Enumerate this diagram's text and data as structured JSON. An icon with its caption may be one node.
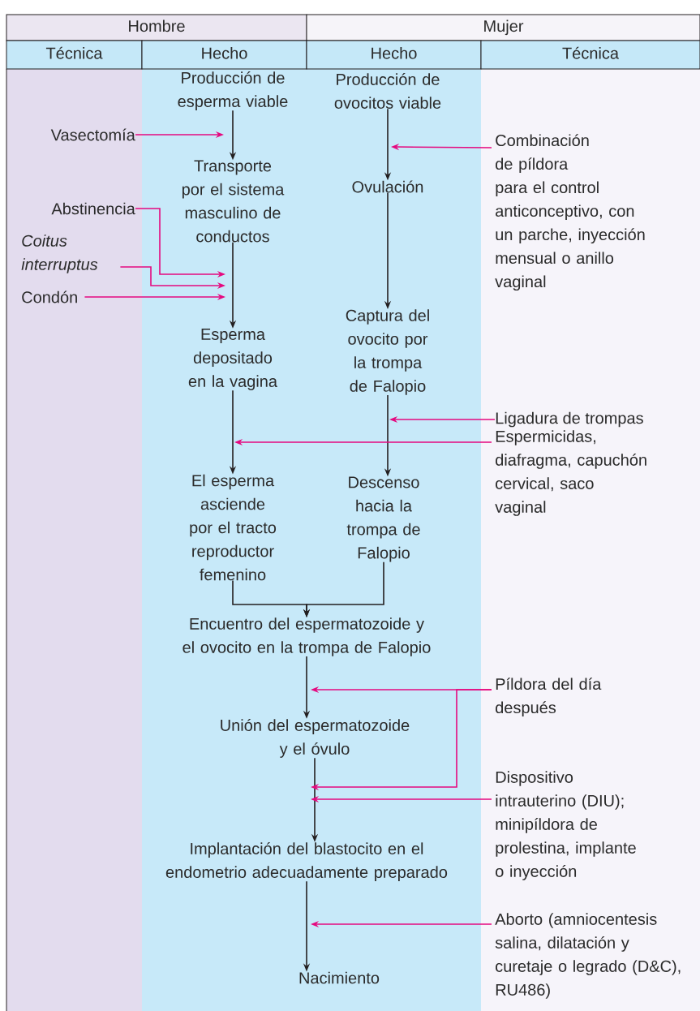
{
  "diagram": {
    "nodes": [
      {
        "text": [
          "Producción de esperma viable"
        ]
      },
      {
        "text": [
          "Producción de ovocitos viable"
        ]
      },
      {
        "text": [
          "Transporte por el sistema masculino de conductos"
        ]
      },
      {
        "text": [
          "Ovulación"
        ]
      },
      {
        "text": [
          "Esperma depositado en la vagina"
        ]
      },
      {
        "text": [
          "Captura del ovocito por la trompa de Falopio"
        ]
      },
      {
        "text": [
          "El esperma asciende por el tracto reproductor femenino"
        ]
      },
      {
        "text": [
          "Descenso hacia la trompa de Falopio"
        ]
      },
      {
        "text": [
          "Encuentro del espermatozoide y el ovocito en la trompa de Falopio"
        ]
      },
      {
        "text": [
          "Unión del espermatozoide y el óvulo"
        ]
      },
      {
        "text": [
          "Implantación del blastocito en el endometrio adecuadamente preparado"
        ]
      },
      {
        "text": [
          "Nacimiento"
        ]
      },
      {
        "text": [
          "Vasectomía"
        ]
      },
      {
        "text": [
          "Abstinencia"
        ]
      },
      {
        "text": [
          "Coitus interruptus"
        ]
      },
      {
        "text": [
          "Condón"
        ]
      },
      {
        "text": [
          "Combinación de píldora para el control anticonceptivo, con un parche, inyección mensual o anillo vaginal"
        ]
      },
      {
        "text": [
          "Ligadura de trompas"
        ]
      },
      {
        "text": [
          "Espermicidas, diafragma, capuchón cervical, saco vaginal"
        ]
      },
      {
        "text": [
          "Píldora del día después"
        ]
      },
      {
        "text": [
          "Dispositivo intrauterino (DIU); minipíldora de prolestina, implante o inyección"
        ]
      },
      {
        "text": [
          "Aborto (amniocentesis salina, dilatación y curetaje o legrado (D&C), RU486)"
        ]
      }
    ],
    "edges": [
      {
        "from": 0,
        "to": 2,
        "arrow": "to"
      },
      {
        "from": 1,
        "to": 3,
        "arrow": "to"
      },
      {
        "from": 2,
        "to": 4,
        "arrow": "to"
      },
      {
        "from": 3,
        "to": 5,
        "arrow": "to"
      },
      {
        "from": 4,
        "to": 6,
        "arrow": "to"
      },
      {
        "from": 5,
        "to": 7,
        "arrow": "to"
      },
      {
        "from": 6,
        "to": 8,
        "arrow": "to"
      },
      {
        "from": 7,
        "to": 8,
        "arrow": "to"
      },
      {
        "from": 8,
        "to": 9,
        "arrow": "to"
      },
      {
        "from": 9,
        "to": 10,
        "arrow": "to"
      },
      {
        "from": 10,
        "to": 11,
        "arrow": "to"
      },
      {
        "from": 12,
        "to": null,
        "arrow": "to",
        "color": "#e5097f"
      },
      {
        "from": 13,
        "to": null,
        "arrow": "to",
        "color": "#e5097f"
      },
      {
        "from": 14,
        "to": null,
        "arrow": "to",
        "color": "#e5097f"
      },
      {
        "from": 15,
        "to": null,
        "arrow": "to",
        "color": "#e5097f"
      },
      {
        "from": 16,
        "to": null,
        "arrow": "to",
        "color": "#e5097f"
      },
      {
        "from": 17,
        "to": null,
        "arrow": "to",
        "color": "#e5097f"
      },
      {
        "from": 18,
        "to": null,
        "arrow": "to",
        "color": "#e5097f"
      },
      {
        "from": 19,
        "to": null,
        "arrow": "to",
        "color": "#e5097f"
      },
      {
        "from": 19,
        "to": null,
        "arrow": "to",
        "color": "#e5097f"
      },
      {
        "from": 20,
        "to": null,
        "arrow": "to",
        "color": "#e5097f"
      },
      {
        "from": 21,
        "to": null,
        "arrow": "to",
        "color": "#e5097f"
      }
    ],
    "labels": [
      "Hombre",
      "Mujer",
      "Técnica",
      "Hecho",
      "Hecho",
      "Técnica"
    ]
  }
}
